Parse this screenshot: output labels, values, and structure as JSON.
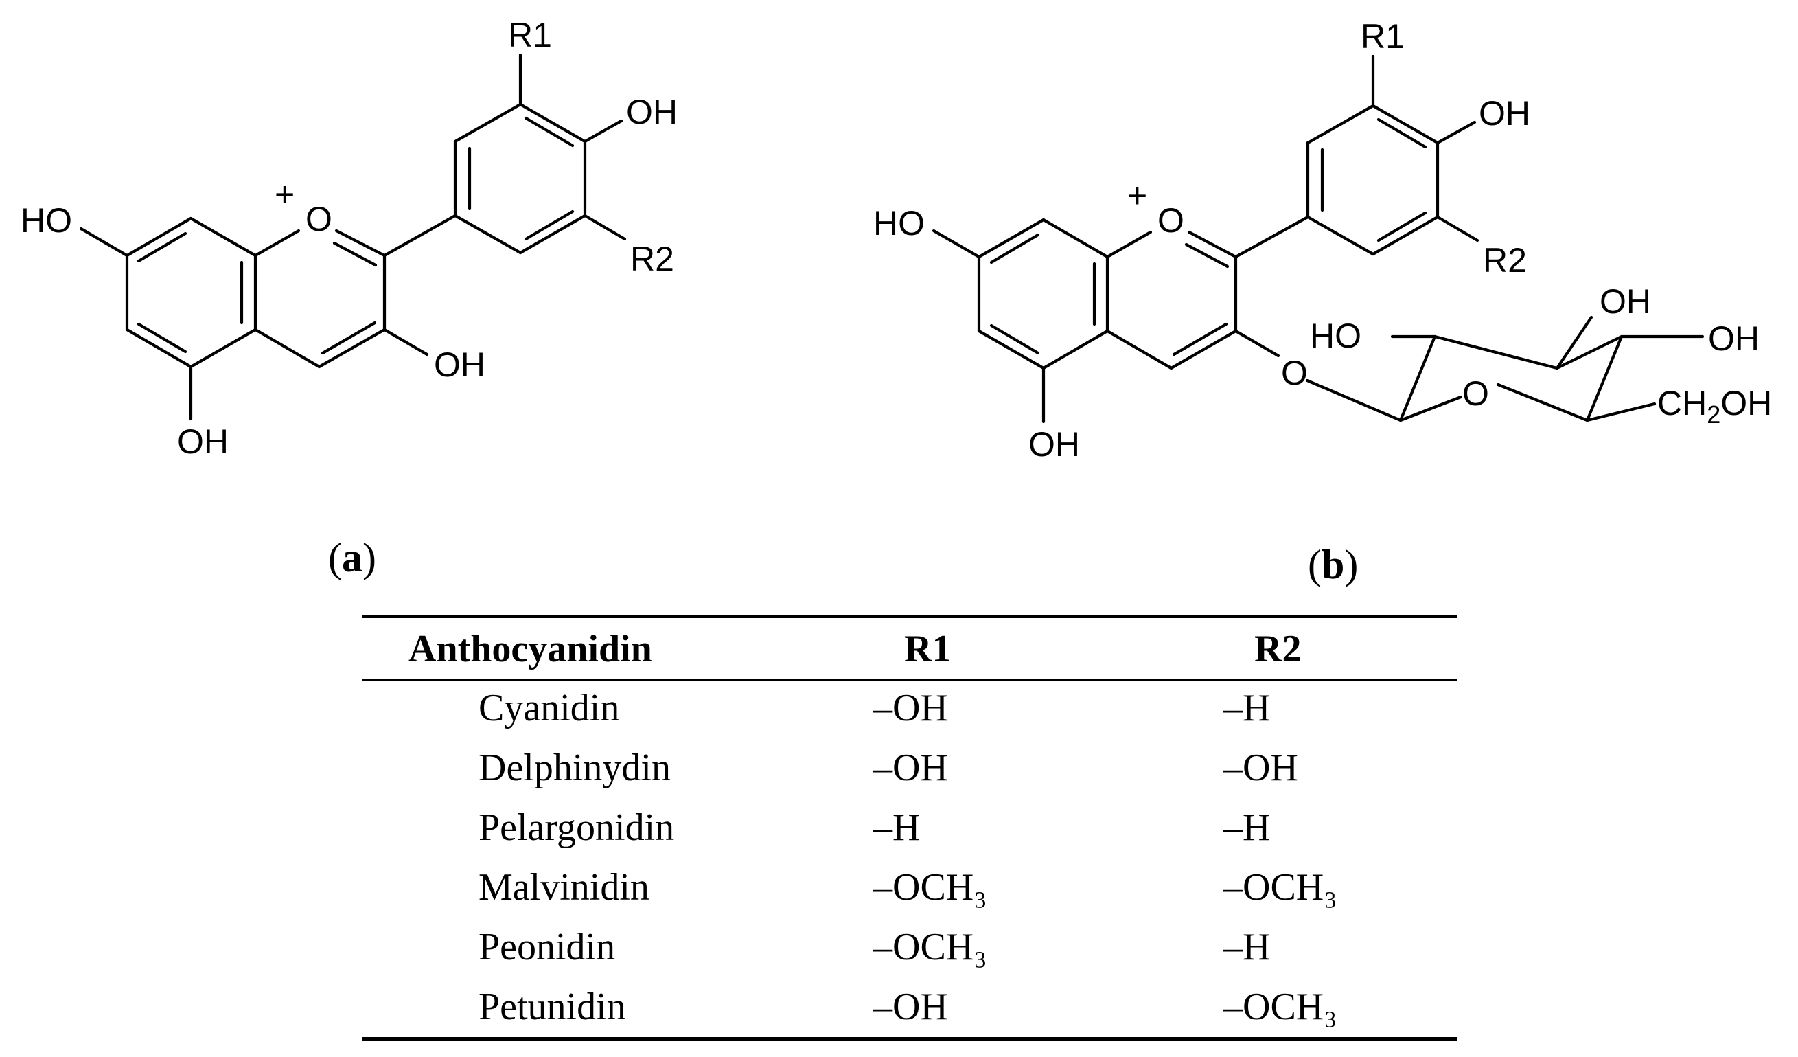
{
  "structure_a": {
    "labels": {
      "r1": "R1",
      "r2": "R2",
      "oh": "OH",
      "ho": "HO",
      "o": "O",
      "charge": "+"
    },
    "panel_label": "a"
  },
  "structure_b": {
    "labels": {
      "r1": "R1",
      "r2": "R2",
      "oh": "OH",
      "ho": "HO",
      "o": "O",
      "charge": "+",
      "ch2oh_ch": "CH",
      "ch2oh_sub": "2",
      "ch2oh_oh": "OH"
    },
    "panel_label": "b"
  },
  "table": {
    "headers": [
      "Anthocyanidin",
      "R1",
      "R2"
    ],
    "rows": [
      [
        "Cyanidin",
        "–OH",
        "–H"
      ],
      [
        "Delphinydin",
        "–OH",
        "–OH"
      ],
      [
        "Pelargonidin",
        "–H",
        "–H"
      ],
      [
        "Malvinidin",
        "–OCH₃",
        "–OCH₃"
      ],
      [
        "Peonidin",
        "–OCH₃",
        "–H"
      ],
      [
        "Petunidin",
        "–OH",
        "–OCH₃"
      ]
    ]
  }
}
